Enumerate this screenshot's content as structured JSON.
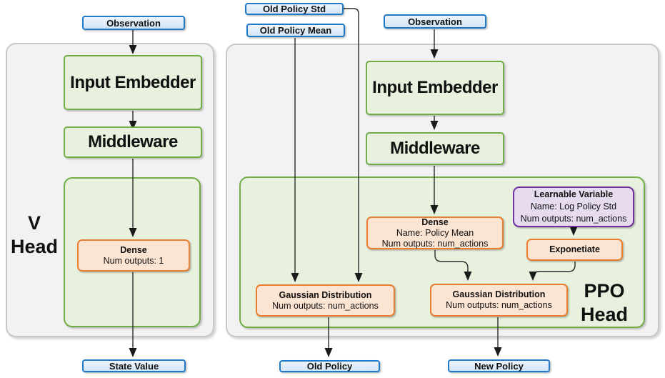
{
  "v_head": {
    "label_line1": "V",
    "label_line2": "Head",
    "observation": "Observation",
    "input_embedder": "Input Embedder",
    "middleware": "Middleware",
    "dense": {
      "title": "Dense",
      "outputs": "Num outputs: 1"
    },
    "state_value": "State Value"
  },
  "ppo_head": {
    "label_line1": "PPO",
    "label_line2": "Head",
    "old_policy_std": "Old Policy Std",
    "old_policy_mean": "Old Policy Mean",
    "observation": "Observation",
    "input_embedder": "Input Embedder",
    "middleware": "Middleware",
    "dense": {
      "title": "Dense",
      "name": "Name: Policy Mean",
      "outputs": "Num outputs: num_actions"
    },
    "learnable_variable": {
      "title": "Learnable Variable",
      "name": "Name: Log Policy Std",
      "outputs": "Num outputs: num_actions"
    },
    "exponetiate": "Exponetiate",
    "gaussian_old": {
      "title": "Gaussian Distribution",
      "outputs": "Num outputs: num_actions"
    },
    "gaussian_new": {
      "title": "Gaussian Distribution",
      "outputs": "Num outputs: num_actions"
    },
    "old_policy": "Old Policy",
    "new_policy": "New Policy"
  },
  "colors": {
    "blue_border": "#1e7ac9",
    "blue_fill": "#dcebf9",
    "green_border": "#70ad47",
    "green_fill": "#e7f1de",
    "orange_border": "#ea7e30",
    "orange_fill": "#fce4d3",
    "purple_border": "#7030a0",
    "purple_fill": "#e6dbef",
    "panel_fill": "#f2f2f2",
    "panel_border": "#c9c9c9",
    "connector": "#2b2b2b"
  }
}
